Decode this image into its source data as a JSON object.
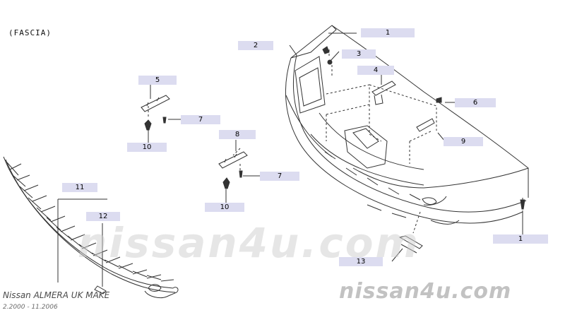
{
  "diagram": {
    "section_label": "(FASCIA)",
    "model_title": "Nissan ALMERA UK MAKE",
    "model_dates": "2.2000 - 11.2006",
    "watermark_center": "nissan4u.com",
    "watermark_brand": "nissan4u.com",
    "callouts": [
      {
        "id": "c1_top",
        "label": "1"
      },
      {
        "id": "c2",
        "label": "2"
      },
      {
        "id": "c3",
        "label": "3"
      },
      {
        "id": "c4",
        "label": "4"
      },
      {
        "id": "c5",
        "label": "5"
      },
      {
        "id": "c6",
        "label": "6"
      },
      {
        "id": "c7_upper",
        "label": "7"
      },
      {
        "id": "c7_lower",
        "label": "7"
      },
      {
        "id": "c8",
        "label": "8"
      },
      {
        "id": "c9",
        "label": "9"
      },
      {
        "id": "c10_upper",
        "label": "10"
      },
      {
        "id": "c10_lower",
        "label": "10"
      },
      {
        "id": "c11",
        "label": "11"
      },
      {
        "id": "c12",
        "label": "12"
      },
      {
        "id": "c13",
        "label": "13"
      },
      {
        "id": "c1_bottom",
        "label": "1"
      }
    ]
  }
}
